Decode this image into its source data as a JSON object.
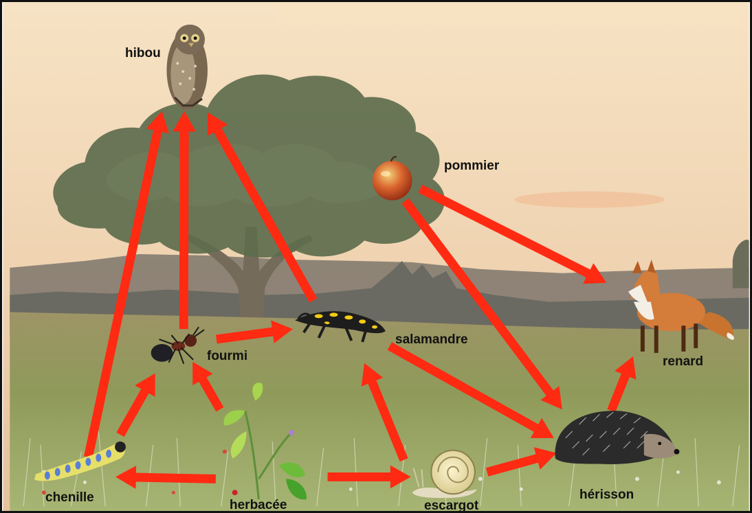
{
  "diagram": {
    "colors": {
      "sky_top": "#f5e0bf",
      "sky_bottom": "#e9c6a1",
      "arrow": "#ff2a12",
      "tree": "#5f6e4f",
      "hills": "#6d6d66",
      "grass": "#8e9a5c"
    },
    "organisms": [
      {
        "id": "hibou",
        "label": "hibou",
        "icon": "owl-icon"
      },
      {
        "id": "pommier",
        "label": "pommier",
        "icon": "apple-icon"
      },
      {
        "id": "renard",
        "label": "renard",
        "icon": "fox-icon"
      },
      {
        "id": "salamandre",
        "label": "salamandre",
        "icon": "salamander-icon"
      },
      {
        "id": "fourmi",
        "label": "fourmi",
        "icon": "ant-icon"
      },
      {
        "id": "herisson",
        "label": "hérisson",
        "icon": "hedgehog-icon"
      },
      {
        "id": "chenille",
        "label": "chenille",
        "icon": "caterpillar-icon"
      },
      {
        "id": "herbacee",
        "label": "herbacée",
        "icon": "herb-plant-icon"
      },
      {
        "id": "escargot",
        "label": "escargot",
        "icon": "snail-icon"
      }
    ],
    "links": [
      {
        "from": "chenille",
        "to": "hibou"
      },
      {
        "from": "fourmi",
        "to": "hibou"
      },
      {
        "from": "salamandre",
        "to": "hibou"
      },
      {
        "from": "chenille",
        "to": "fourmi"
      },
      {
        "from": "herbacee",
        "to": "fourmi"
      },
      {
        "from": "fourmi",
        "to": "salamandre"
      },
      {
        "from": "escargot",
        "to": "salamandre"
      },
      {
        "from": "salamandre",
        "to": "herisson"
      },
      {
        "from": "pommier",
        "to": "herisson"
      },
      {
        "from": "pommier",
        "to": "renard"
      },
      {
        "from": "herisson",
        "to": "renard"
      },
      {
        "from": "herbacee",
        "to": "chenille"
      },
      {
        "from": "herbacee",
        "to": "escargot"
      },
      {
        "from": "escargot",
        "to": "herisson"
      }
    ]
  }
}
